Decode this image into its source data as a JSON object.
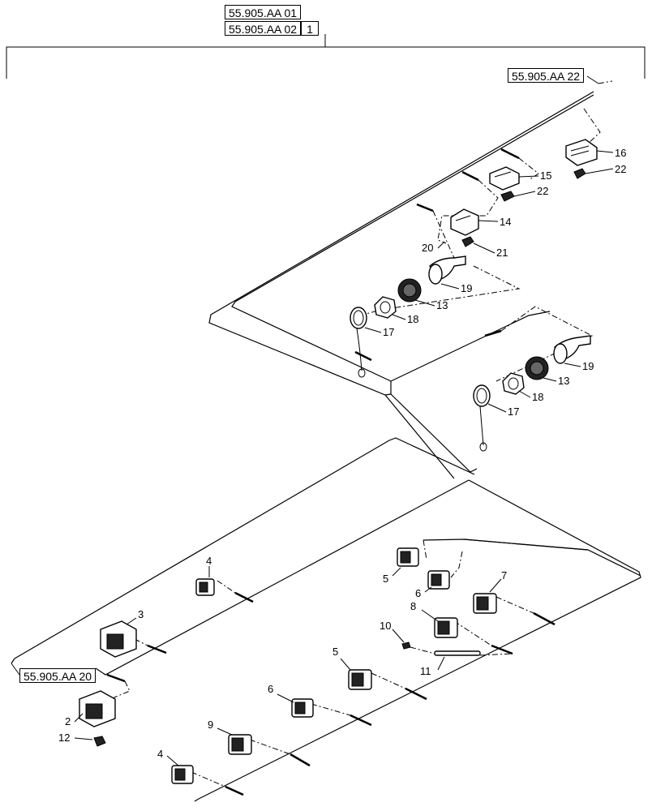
{
  "references": {
    "top_1": "55.905.AA 01",
    "top_2": "55.905.AA 02",
    "qty": "1",
    "right": "55.905.AA 22",
    "left": "55.905.AA 20"
  },
  "callouts": [
    {
      "id": "c16",
      "label": "16"
    },
    {
      "id": "c22a",
      "label": "22"
    },
    {
      "id": "c15",
      "label": "15"
    },
    {
      "id": "c22b",
      "label": "22"
    },
    {
      "id": "c14",
      "label": "14"
    },
    {
      "id": "c20",
      "label": "20"
    },
    {
      "id": "c21",
      "label": "21"
    },
    {
      "id": "c19a",
      "label": "19"
    },
    {
      "id": "c13a",
      "label": "13"
    },
    {
      "id": "c18a",
      "label": "18"
    },
    {
      "id": "c17a",
      "label": "17"
    },
    {
      "id": "c19b",
      "label": "19"
    },
    {
      "id": "c13b",
      "label": "13"
    },
    {
      "id": "c18b",
      "label": "18"
    },
    {
      "id": "c17b",
      "label": "17"
    },
    {
      "id": "c4a",
      "label": "4"
    },
    {
      "id": "c3",
      "label": "3"
    },
    {
      "id": "c5a",
      "label": "5"
    },
    {
      "id": "c6a",
      "label": "6"
    },
    {
      "id": "c7",
      "label": "7"
    },
    {
      "id": "c8",
      "label": "8"
    },
    {
      "id": "c10",
      "label": "10"
    },
    {
      "id": "c11",
      "label": "11"
    },
    {
      "id": "c5b",
      "label": "5"
    },
    {
      "id": "c6b",
      "label": "6"
    },
    {
      "id": "c9",
      "label": "9"
    },
    {
      "id": "c4b",
      "label": "4"
    },
    {
      "id": "c2",
      "label": "2"
    },
    {
      "id": "c12",
      "label": "12"
    }
  ]
}
